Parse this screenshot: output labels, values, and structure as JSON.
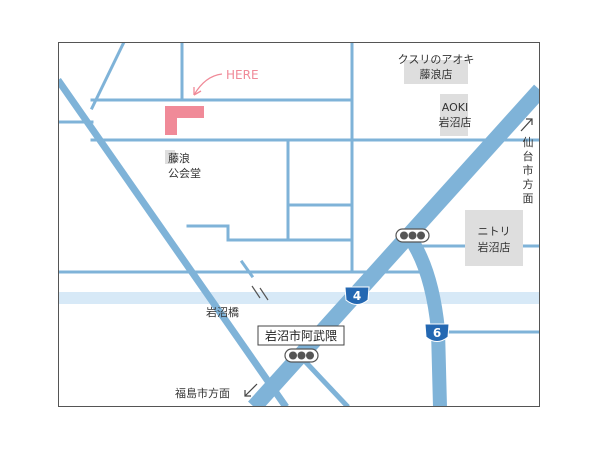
{
  "map": {
    "colors": {
      "road": "#7fb3d8",
      "highway": "#7fb3d8",
      "river": "#d7e9f7",
      "building": "#dedede",
      "here": "#f08a98",
      "frame": "#555555",
      "text": "#333333",
      "shield": "#2468b2"
    },
    "here_label": "HERE",
    "buildings": {
      "kusuri_line1": "クスリのアオキ",
      "kusuri_line2": "藤浪店",
      "aoki_line1": "AOKI",
      "aoki_line2": "岩沼店",
      "nitori_line1": "ニトリ",
      "nitori_line2": "岩沼店",
      "hall_line1": "藤浪",
      "hall_line2": "公会堂"
    },
    "places": {
      "bridge": "岩沼橋",
      "intersection": "岩沼市阿武隈"
    },
    "directions": {
      "sendai": [
        "仙",
        "台",
        "市",
        "方",
        "面"
      ],
      "fukushima": "福島市方面"
    },
    "routes": {
      "route4": "4",
      "route6": "6"
    },
    "icons": {
      "traffic_light": "traffic-light-icon",
      "here_pointer": "arrow-pointer-icon",
      "direction_arrow": "arrow-icon"
    }
  }
}
